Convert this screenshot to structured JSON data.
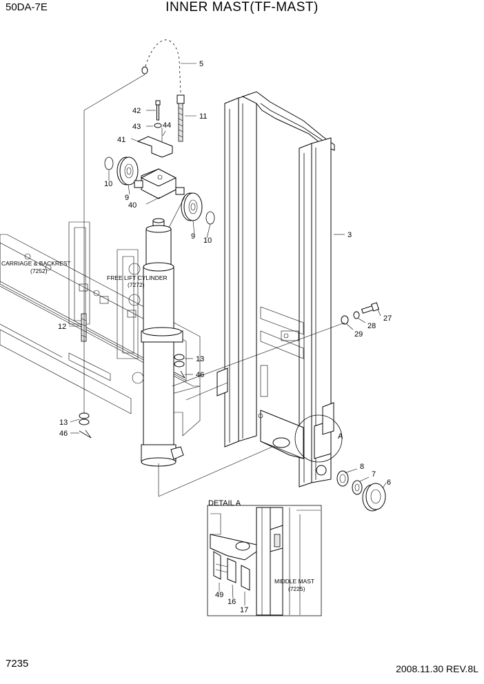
{
  "header": {
    "model": "50DA-7E",
    "title": "INNER  MAST(TF-MAST)"
  },
  "footer": {
    "page_number": "7235",
    "date_revision": "2008.11.30  REV.8L"
  },
  "labels": {
    "carriage_line1": "CARRIAGE & BACKREST",
    "carriage_line2": "(7252)",
    "cylinder_line1": "FREE LIFT CYLINDER",
    "cylinder_line2": "(7272)",
    "detail_title": "DETAIL A",
    "detail_marker": "A",
    "middle_mast_line1": "MIDDLE MAST",
    "middle_mast_line2": "(7225)"
  },
  "callouts": {
    "c5": "5",
    "c42": "42",
    "c11": "11",
    "c43": "43",
    "c44": "44",
    "c41": "41",
    "c10a": "10",
    "c9a": "9",
    "c40": "40",
    "c9b": "9",
    "c10b": "10",
    "c3": "3",
    "c12": "12",
    "c13a": "13",
    "c46a": "46",
    "c13b": "13",
    "c46b": "46",
    "c27": "27",
    "c28": "28",
    "c29": "29",
    "c8": "8",
    "c7": "7",
    "c6": "6",
    "c49": "49",
    "c16": "16",
    "c17": "17"
  }
}
